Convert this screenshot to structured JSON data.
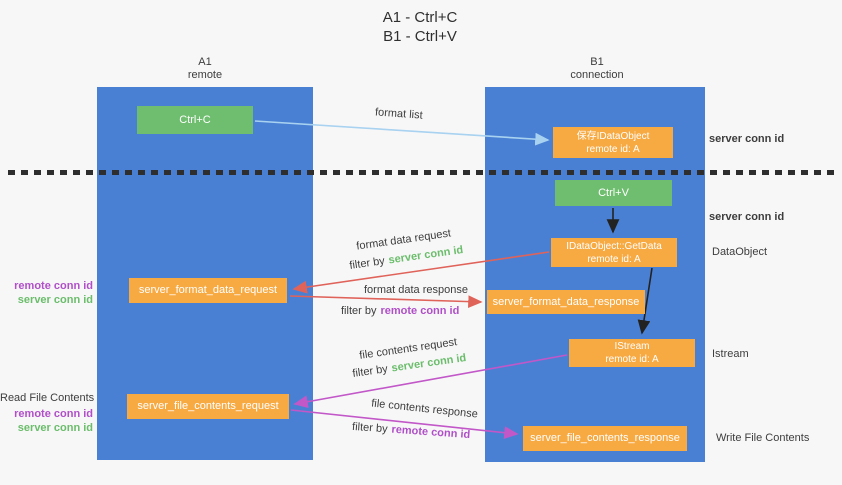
{
  "title": {
    "line1": "A1 - Ctrl+C",
    "line2": "B1 - Ctrl+V"
  },
  "lifelines": {
    "left": {
      "name": "A1",
      "role": "remote"
    },
    "right": {
      "name": "B1",
      "role": "connection"
    }
  },
  "nodes": {
    "ctrl_c": {
      "label": "Ctrl+C"
    },
    "ctrl_v": {
      "label": "Ctrl+V"
    },
    "save_idataobject": {
      "line1": "保存IDataObject",
      "line2": "remote id: A"
    },
    "idataobject_getdata": {
      "line1": "IDataObject::GetData",
      "line2": "remote id: A"
    },
    "istream": {
      "line1": "IStream",
      "line2": "remote id: A"
    },
    "server_format_data_request": {
      "label": "server_format_data_request"
    },
    "server_format_data_response": {
      "label": "server_format_data_response"
    },
    "server_file_contents_request": {
      "label": "server_file_contents_request"
    },
    "server_file_contents_response": {
      "label": "server_file_contents_response"
    }
  },
  "arrow_labels": {
    "format_list": "format list",
    "format_data_request": "format data request",
    "format_data_response": "format data response",
    "file_contents_request": "file contents request",
    "file_contents_response": "file contents response",
    "filter_by": "filter by",
    "server_conn_id": "server conn id",
    "remote_conn_id": "remote conn id"
  },
  "side_labels": {
    "right_server_conn_top": "server conn id",
    "right_server_conn_mid": "server conn id",
    "dataobject": "DataObject",
    "istream": "Istream",
    "write_file_contents": "Write File Contents",
    "read_file_contents": "Read File Contents",
    "left_remote_conn_1": "remote conn id",
    "left_server_conn_1": "server conn id",
    "left_remote_conn_2": "remote conn id",
    "left_server_conn_2": "server conn id"
  },
  "colors": {
    "background": "#f7f7f8",
    "lifeline_blue": "#4a80d4",
    "action_green": "#6fbe6f",
    "message_orange": "#f7a942",
    "request_arrow_red": "#e0635a",
    "file_arrow_magenta": "#c257c8",
    "format_list_arrow_blue": "#a8d2f0",
    "black_arrow": "#222222",
    "conn_green_text": "#6bbd6b",
    "conn_purple_text": "#b04fc8",
    "dark_text": "#3d3d3d"
  }
}
